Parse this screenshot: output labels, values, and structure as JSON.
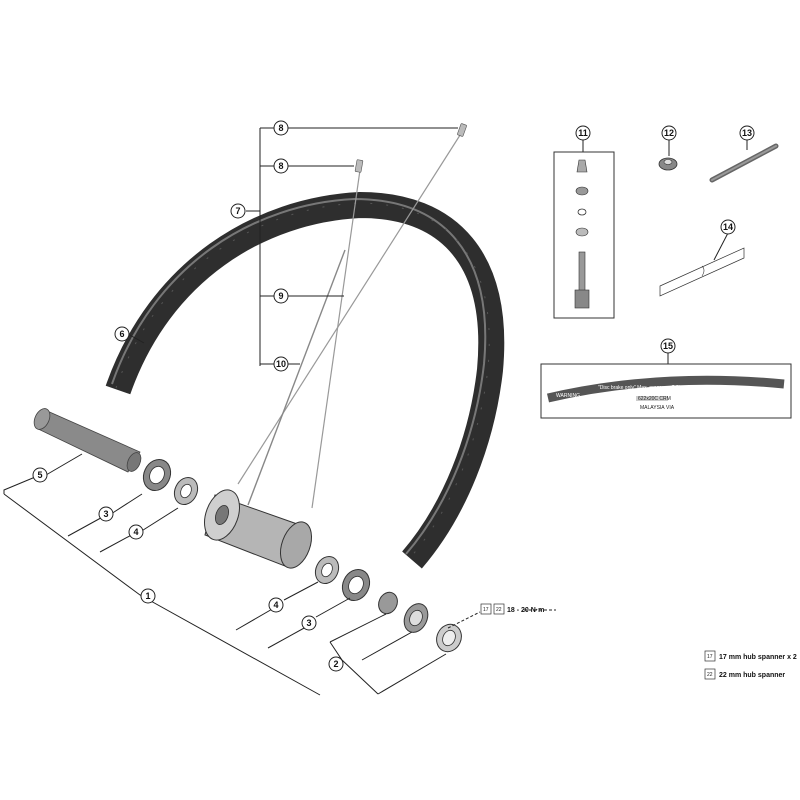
{
  "callouts": [
    {
      "id": "1",
      "text": "1"
    },
    {
      "id": "2",
      "text": "2"
    },
    {
      "id": "3a",
      "text": "3"
    },
    {
      "id": "3b",
      "text": "3"
    },
    {
      "id": "4a",
      "text": "4"
    },
    {
      "id": "4b",
      "text": "4"
    },
    {
      "id": "5",
      "text": "5"
    },
    {
      "id": "6",
      "text": "6"
    },
    {
      "id": "7",
      "text": "7"
    },
    {
      "id": "8a",
      "text": "8"
    },
    {
      "id": "8b",
      "text": "8"
    },
    {
      "id": "9",
      "text": "9"
    },
    {
      "id": "10",
      "text": "10"
    },
    {
      "id": "11",
      "text": "11"
    },
    {
      "id": "12",
      "text": "12"
    },
    {
      "id": "13",
      "text": "13"
    },
    {
      "id": "14",
      "text": "14"
    },
    {
      "id": "15",
      "text": "15"
    }
  ],
  "torque": {
    "spanner1": "17",
    "spanner2": "22",
    "value": "18 - 20 N·m"
  },
  "legend": [
    {
      "tool": "17",
      "text": "17 mm hub spanner x 2"
    },
    {
      "tool": "22",
      "text": "22 mm hub spanner"
    }
  ],
  "rim_sticker": {
    "warning": "WARNING",
    "line1": "\"Disc brake only\"  Max. pressure: 7.0bar / 100psi",
    "line2": "622x20C CRM",
    "line3": "MALAYSIA",
    "mark": "VIA"
  }
}
